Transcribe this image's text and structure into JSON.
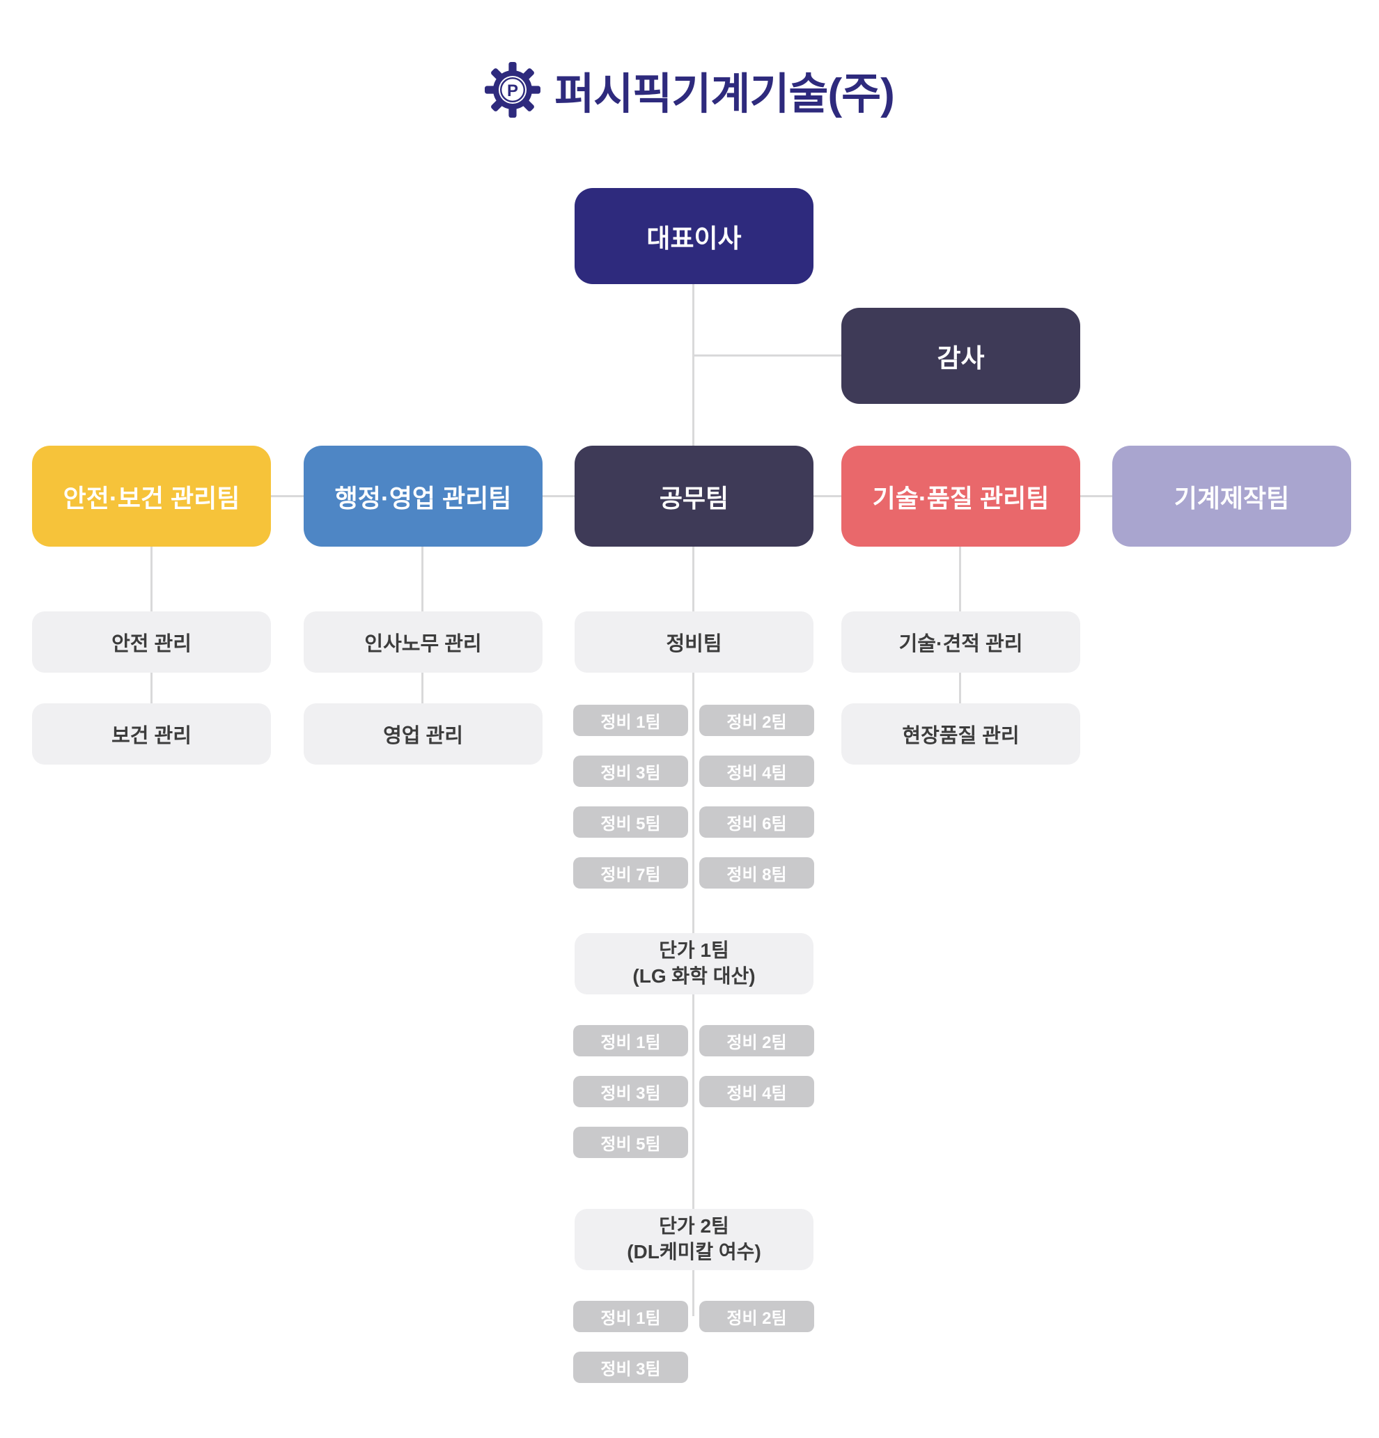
{
  "header": {
    "company_name": "퍼시픽기계기술(주)",
    "logo_letter": "P"
  },
  "colors": {
    "navy": "#2e2a7d",
    "dark_slate": "#3e3a57",
    "yellow": "#f6c33a",
    "blue": "#4e86c5",
    "coral": "#e9686b",
    "lavender": "#a9a5cf",
    "sub_gray": "#f0f0f2",
    "team_gray": "#c9c9cb",
    "line_gray": "#d9d9da",
    "text_dark": "#3c3c3c",
    "white": "#ffffff"
  },
  "nodes": {
    "ceo": "대표이사",
    "auditor": "감사"
  },
  "departments": [
    {
      "id": "safety",
      "label": "안전·보건 관리팀",
      "color": "yellow",
      "children": [
        "안전 관리",
        "보건 관리"
      ]
    },
    {
      "id": "admin",
      "label": "행정·영업 관리팀",
      "color": "blue",
      "children": [
        "인사노무 관리",
        "영업 관리"
      ]
    },
    {
      "id": "engineering",
      "label": "공무팀",
      "color": "dark_slate",
      "children": []
    },
    {
      "id": "quality",
      "label": "기술·품질 관리팀",
      "color": "coral",
      "children": [
        "기술·견적 관리",
        "현장품질 관리"
      ]
    },
    {
      "id": "fabrication",
      "label": "기계제작팀",
      "color": "lavender",
      "children": []
    }
  ],
  "engineering": {
    "maintenance_team": "정비팀",
    "maintenance_subteams": [
      "정비 1팀",
      "정비 2팀",
      "정비 3팀",
      "정비 4팀",
      "정비 5팀",
      "정비 6팀",
      "정비 7팀",
      "정비 8팀"
    ],
    "danga1": {
      "title": "단가 1팀",
      "subtitle": "(LG 화학 대산)",
      "subteams": [
        "정비 1팀",
        "정비 2팀",
        "정비 3팀",
        "정비 4팀",
        "정비 5팀"
      ]
    },
    "danga2": {
      "title": "단가 2팀",
      "subtitle": "(DL케미칼 여수)",
      "subteams": [
        "정비 1팀",
        "정비 2팀",
        "정비 3팀"
      ]
    }
  }
}
